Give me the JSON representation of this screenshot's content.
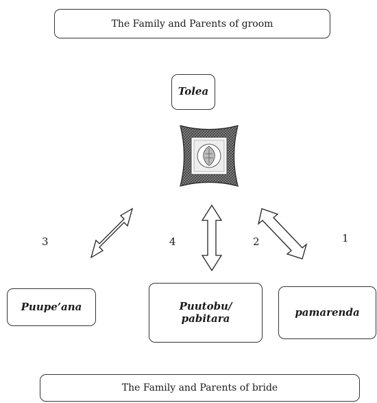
{
  "diagram": {
    "top_box": "The Family and Parents of groom",
    "center_box": "Tolea",
    "left_box": "Puupe’ana",
    "middle_box": "Puutobu/ pabitara",
    "right_box": "pamarenda",
    "bottom_box": "The Family and Parents of bride",
    "numbers": {
      "n1": "1",
      "n2": "2",
      "n3": "3",
      "n4": "4"
    }
  }
}
